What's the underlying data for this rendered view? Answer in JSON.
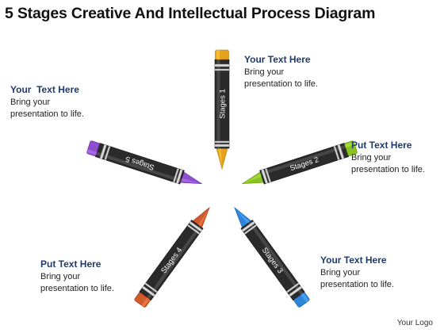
{
  "title": "5 Stages Creative And Intellectual Process Diagram",
  "stages": [
    {
      "id": "stage-1",
      "label": "Stages 1",
      "color": "#e6a21c",
      "heading": "Your Text Here",
      "body": [
        "Bring your",
        "presentation to life."
      ]
    },
    {
      "id": "stage-2",
      "label": "Stages 2",
      "color": "#8ac221",
      "heading": "Put Text Here",
      "body": [
        "Bring your",
        "presentation to life."
      ]
    },
    {
      "id": "stage-3",
      "label": "Stages 3",
      "color": "#2f86d8",
      "heading": "Your Text Here",
      "body": [
        "Bring your",
        "presentation to life."
      ]
    },
    {
      "id": "stage-4",
      "label": "Stages 4",
      "color": "#cf5a2c",
      "heading": "Put Text Here",
      "body": [
        "Bring your",
        "presentation to life."
      ]
    },
    {
      "id": "stage-5",
      "label": "Stages 5",
      "color": "#8e4fcf",
      "heading": "Your  Text Here",
      "body": [
        "Bring your",
        "presentation to life."
      ]
    }
  ],
  "footer": {
    "logo_text": "Your Logo"
  }
}
